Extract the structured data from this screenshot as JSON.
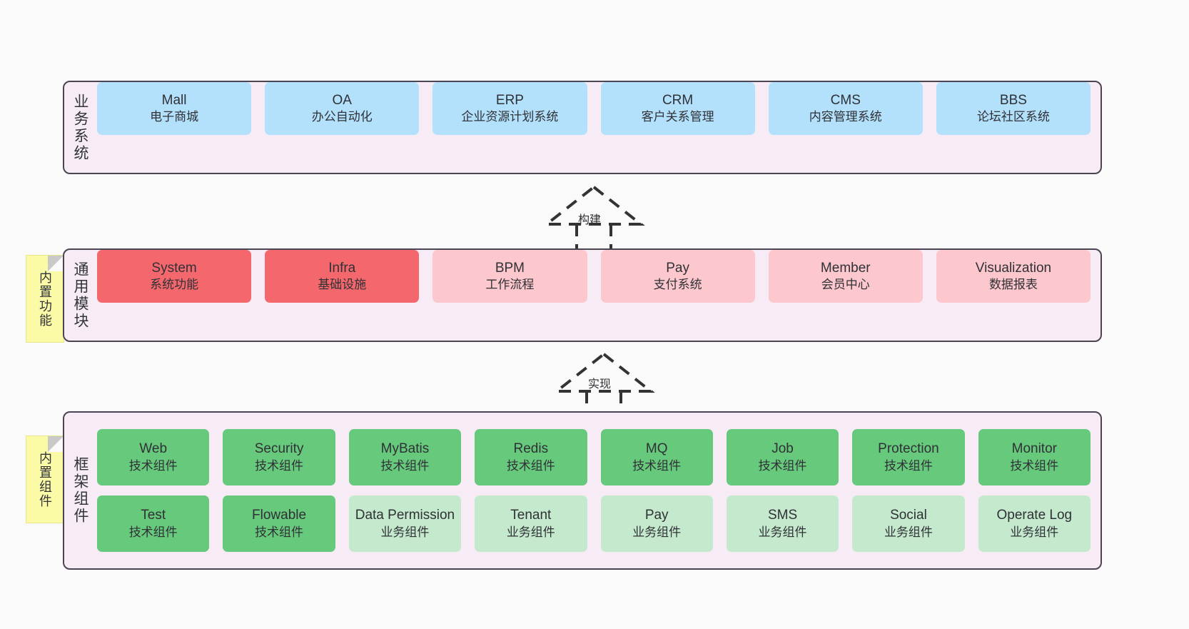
{
  "diagram": {
    "title": "",
    "layers": [
      {
        "id": "business",
        "label": "业务系统",
        "rows": [
          {
            "items": [
              {
                "en": "Mall",
                "cn": "电子商城",
                "color": "#b3e0fb"
              },
              {
                "en": "OA",
                "cn": "办公自动化",
                "color": "#b3e0fb"
              },
              {
                "en": "ERP",
                "cn": "企业资源计划系统",
                "color": "#b3e0fb"
              },
              {
                "en": "CRM",
                "cn": "客户关系管理",
                "color": "#b3e0fb"
              },
              {
                "en": "CMS",
                "cn": "内容管理系统",
                "color": "#b3e0fb"
              },
              {
                "en": "BBS",
                "cn": "论坛社区系统",
                "color": "#b3e0fb"
              }
            ]
          }
        ]
      },
      {
        "id": "common",
        "label": "通用模块",
        "sticky": "内置功能",
        "rows": [
          {
            "items": [
              {
                "en": "System",
                "cn": "系统功能",
                "color": "#f4686d"
              },
              {
                "en": "Infra",
                "cn": "基础设施",
                "color": "#f4686d"
              },
              {
                "en": "BPM",
                "cn": "工作流程",
                "color": "#fcc8ce"
              },
              {
                "en": "Pay",
                "cn": "支付系统",
                "color": "#fcc8ce"
              },
              {
                "en": "Member",
                "cn": "会员中心",
                "color": "#fcc8ce"
              },
              {
                "en": "Visualization",
                "cn": "数据报表",
                "color": "#fcc8ce"
              }
            ]
          }
        ]
      },
      {
        "id": "framework",
        "label": "框架组件",
        "sticky": "内置组件",
        "rows": [
          {
            "items": [
              {
                "en": "Web",
                "cn": "技术组件",
                "color": "#67c97c"
              },
              {
                "en": "Security",
                "cn": "技术组件",
                "color": "#67c97c"
              },
              {
                "en": "MyBatis",
                "cn": "技术组件",
                "color": "#67c97c"
              },
              {
                "en": "Redis",
                "cn": "技术组件",
                "color": "#67c97c"
              },
              {
                "en": "MQ",
                "cn": "技术组件",
                "color": "#67c97c"
              },
              {
                "en": "Job",
                "cn": "技术组件",
                "color": "#67c97c"
              },
              {
                "en": "Protection",
                "cn": "技术组件",
                "color": "#67c97c"
              },
              {
                "en": "Monitor",
                "cn": "技术组件",
                "color": "#67c97c"
              }
            ]
          },
          {
            "items": [
              {
                "en": "Test",
                "cn": "技术组件",
                "color": "#67c97c"
              },
              {
                "en": "Flowable",
                "cn": "技术组件",
                "color": "#67c97c"
              },
              {
                "en": "Data Permission",
                "cn": "业务组件",
                "color": "#c5e9cd"
              },
              {
                "en": "Tenant",
                "cn": "业务组件",
                "color": "#c5e9cd"
              },
              {
                "en": "Pay",
                "cn": "业务组件",
                "color": "#c5e9cd"
              },
              {
                "en": "SMS",
                "cn": "业务组件",
                "color": "#c5e9cd"
              },
              {
                "en": "Social",
                "cn": "业务组件",
                "color": "#c5e9cd"
              },
              {
                "en": "Operate Log",
                "cn": "业务组件",
                "color": "#c5e9cd"
              }
            ]
          }
        ]
      }
    ],
    "connectors": [
      {
        "id": "build",
        "label": "构建",
        "style": "dashed-generalization",
        "from": "common",
        "to": "business"
      },
      {
        "id": "impl",
        "label": "实现",
        "style": "dashed-generalization",
        "from": "framework",
        "to": "common"
      }
    ],
    "colors": {
      "canvas": "#fafafa",
      "band_bg": "#f7ecf5",
      "band_border": "#4b4453",
      "blue": "#b3e0fb",
      "red": "#f4686d",
      "pink": "#fcc8ce",
      "green": "#67c97c",
      "light_green": "#c5e9cd",
      "sticky": "#fbfaa7",
      "text": "#2f3136"
    }
  }
}
